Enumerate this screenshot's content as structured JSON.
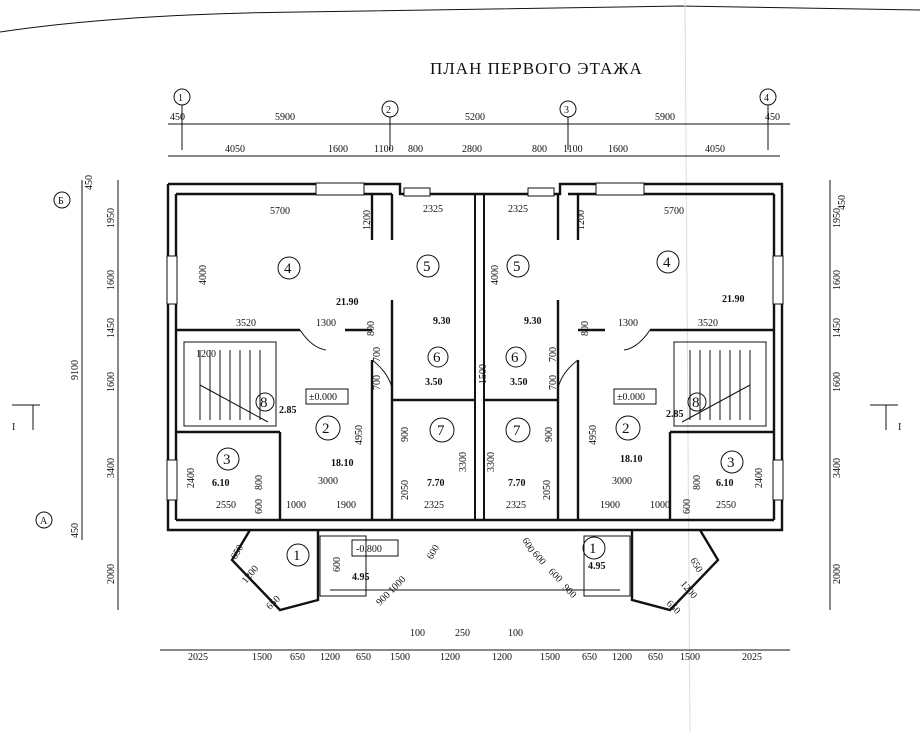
{
  "title": "ПЛАН ПЕРВОГО ЭТАЖА",
  "axes": {
    "numeric": [
      "1",
      "2",
      "3",
      "4"
    ],
    "letters": [
      "Б",
      "А"
    ]
  },
  "section_marks": [
    "I",
    "I"
  ],
  "top_dims_axes": [
    "450",
    "5900",
    "5200",
    "5900",
    "450"
  ],
  "top_dims_openings": [
    "4050",
    "1600",
    "1100",
    "800",
    "2800",
    "800",
    "1100",
    "1600",
    "4050"
  ],
  "left_dims": [
    "450",
    "1950",
    "1600",
    "1450",
    "1600",
    "3400",
    "450",
    "2000"
  ],
  "left_total": "9100",
  "right_dims": [
    "450",
    "1950",
    "1600",
    "1450",
    "1600",
    "3400",
    "2000"
  ],
  "bottom_dims": [
    "2025",
    "1500",
    "650",
    "1200",
    "650",
    "1500",
    "1200",
    "1200",
    "1500",
    "650",
    "1200",
    "650",
    "1500",
    "2025"
  ],
  "bottom_extra": [
    "100",
    "250",
    "100"
  ],
  "inner_dims": {
    "left": [
      "5700",
      "1200",
      "2325",
      "4000",
      "3520",
      "1300",
      "800",
      "700",
      "700",
      "1200",
      "4950",
      "900",
      "2050",
      "3300",
      "3000",
      "2400",
      "800",
      "1000",
      "1900",
      "2550",
      "600",
      "2325",
      "1500"
    ],
    "right": [
      "2325",
      "1200",
      "5700",
      "4000",
      "1300",
      "3520",
      "800",
      "700",
      "700",
      "900",
      "4950",
      "3300",
      "2050",
      "3000",
      "1900",
      "1000",
      "2550",
      "2400",
      "800",
      "600",
      "2325"
    ],
    "porch_left": [
      "650",
      "1200",
      "650",
      "600",
      "1000",
      "600",
      "900"
    ],
    "porch_right": [
      "600",
      "600",
      "600",
      "900",
      "650",
      "1200",
      "650"
    ]
  },
  "rooms": [
    {
      "no": "4",
      "area": "21.90"
    },
    {
      "no": "5",
      "area": "9.30"
    },
    {
      "no": "6",
      "area": "3.50"
    },
    {
      "no": "8",
      "area": "2.85"
    },
    {
      "no": "2",
      "area": "18.10"
    },
    {
      "no": "7",
      "area": "7.70"
    },
    {
      "no": "3",
      "area": "6.10"
    },
    {
      "no": "1",
      "area": "4.95"
    }
  ],
  "levels": {
    "floor": "±0.000",
    "porch": "-0.800"
  }
}
